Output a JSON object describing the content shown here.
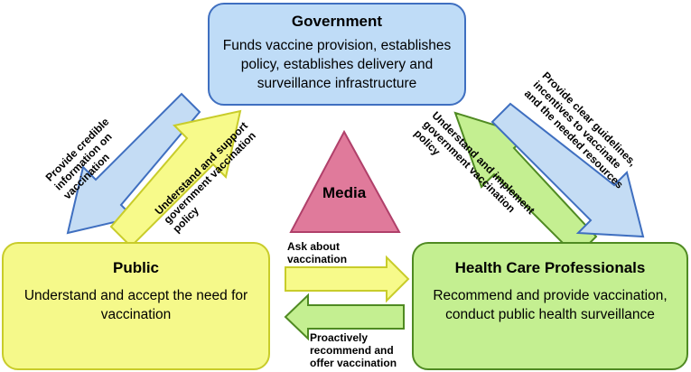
{
  "government": {
    "title": "Government",
    "line1": "Funds vaccine provision, establishes",
    "line2": "policy, establishes delivery and",
    "line3": "surveillance infrastructure"
  },
  "public": {
    "title": "Public",
    "line1": "Understand and accept the need for",
    "line2": "vaccination"
  },
  "hcp": {
    "title": "Health Care Professionals",
    "line1": "Recommend and provide vaccination,",
    "line2": "conduct public health surveillance"
  },
  "media": {
    "label": "Media"
  },
  "arrows": {
    "gov_to_public": [
      "Provide credible",
      "information on",
      "vaccination"
    ],
    "public_to_gov": [
      "Understand and support",
      "government vaccination",
      "policy"
    ],
    "hcp_to_gov": [
      "Understand and implement",
      "government vaccination",
      "policy"
    ],
    "gov_to_hcp": [
      "Provide clear guidelines,",
      "incentives to vaccinate",
      "and the needed resources"
    ],
    "public_to_hcp": [
      "Ask about",
      "vaccination"
    ],
    "hcp_to_public": [
      "Proactively",
      "recommend and",
      "offer vaccination"
    ]
  },
  "colors": {
    "gov_fill": "#bfdcf7",
    "gov_border": "#3f6fc0",
    "public_fill": "#f5f98a",
    "public_border": "#c8cc2a",
    "hcp_fill": "#c4ef91",
    "hcp_border": "#4f8a22",
    "media_fill": "#e07a9b",
    "media_border": "#b0406a"
  }
}
